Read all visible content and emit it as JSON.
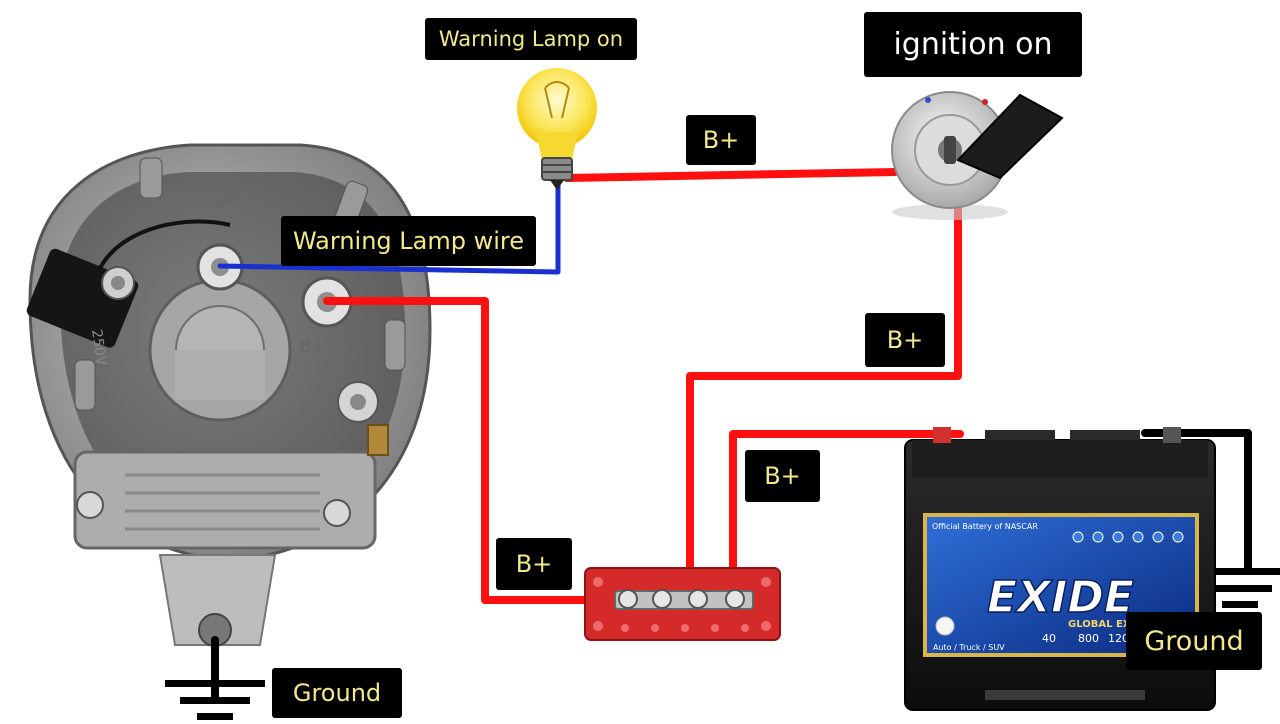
{
  "labels": {
    "warning_lamp_on": "Warning Lamp on",
    "ignition_on": "ignition on",
    "warning_lamp_wire": "Warning Lamp wire",
    "bplus": "B+",
    "ground": "Ground"
  },
  "alternator": {
    "terminal_d_plus": "D+",
    "terminal_b_plus": "B+",
    "capacitor_text": "250V"
  },
  "battery": {
    "brand": "EXIDE",
    "subbrand": "GLOBAL EXTREME",
    "tagline": "Official Battery of NASCAR",
    "rating_40": "40",
    "rating_800": "800",
    "rating_120": "120",
    "usage": "Auto / Truck / SUV"
  },
  "colors": {
    "power_wire": "#ff1010",
    "lamp_wire": "#1a2fd0",
    "ground_wire": "#000000",
    "label_bg": "#000000",
    "label_text": "#f2e98c",
    "busbar": "#d42a2a"
  }
}
